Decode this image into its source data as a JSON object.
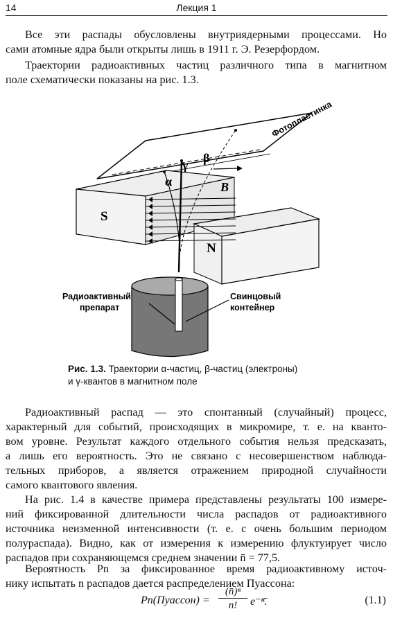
{
  "header": {
    "page_number": "14",
    "title": "Лекция 1"
  },
  "intro": {
    "p1": [
      "Все эти распады обусловлены внутриядерными процессами. Но",
      "сами атомные ядра были открыты лишь в 1911 г. Э. Резерфордом."
    ],
    "p2": [
      "Траектории радиоактивных частиц различного типа в магнитном",
      "поле схематически показаны на рис. 1.3."
    ]
  },
  "figure": {
    "labels": {
      "photoplate": "Фотопластинка",
      "gamma": "γ",
      "beta": "β",
      "alpha": "α",
      "b_vector": "B",
      "s_pole": "S",
      "n_pole": "N",
      "source_line1": "Радиоактивный",
      "source_line2": "препарат",
      "container_line1": "Свинцовый",
      "container_line2": "контейнер"
    },
    "caption_bold": "Рис. 1.3.",
    "caption_line1": " Траектории α-частиц, β-частиц (электроны)",
    "caption_line2": "и γ-квантов в магнитном поле"
  },
  "body": {
    "p3": [
      "Радиоактивный распад — это спонтанный (случайный) процесс,",
      "характерный для событий, происходящих в микромире, т. е. на кванто-",
      "вом уровне. Результат каждого отдельного события нельзя предсказать,",
      "а лишь его вероятность. Это не связано с несовершенством наблюда-",
      "тельных приборов, а является отражением природной случайности",
      "самого квантового явления."
    ],
    "p4": [
      "На рис. 1.4 в качестве примера представлены результаты 100 измере-",
      "ний фиксированной длительности числа распадов от радиоактивного",
      "источника неизменной интенсивности (т. е. с очень большим периодом",
      "полураспада). Видно, как от измерения к измерению флуктуирует число",
      "распадов при сохраняющемся среднем значении n̄ = 77,5."
    ],
    "p5": [
      "Вероятность Pn за фиксированное время радиоактивному источ-",
      "нику испытать n распадов дается распределением Пуассона:"
    ]
  },
  "equation": {
    "lhs": "Pn(Пуассон) =",
    "numerator": "(n̄)ⁿ",
    "denominator": "n!",
    "exponential": "e⁻ⁿ̄.",
    "number": "(1.1)"
  }
}
